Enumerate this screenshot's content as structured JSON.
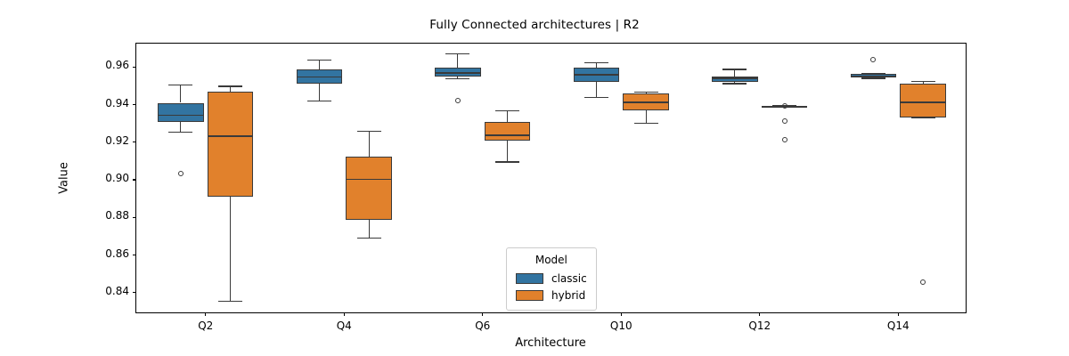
{
  "chart_data": {
    "type": "box",
    "title": "Fully Connected architectures | R2",
    "xlabel": "Architecture",
    "ylabel": "Value",
    "categories": [
      "Q2",
      "Q4",
      "Q6",
      "Q10",
      "Q12",
      "Q14"
    ],
    "ylim": [
      0.8285,
      0.9725
    ],
    "yticks": [
      0.96,
      0.94,
      0.92,
      0.9,
      0.88,
      0.86,
      0.84
    ],
    "ytick_labels": [
      "0.96",
      "0.94",
      "0.92",
      "0.90",
      "0.88",
      "0.86",
      "0.84"
    ],
    "grid": false,
    "legend": {
      "title": "Model",
      "position": "lower-center",
      "entries": [
        {
          "label": "classic",
          "color": "#3274a1"
        },
        {
          "label": "hybrid",
          "color": "#e1812c"
        }
      ]
    },
    "series": [
      {
        "name": "classic",
        "color": "#3274a1",
        "boxes": [
          {
            "category": "Q2",
            "whisker_low": 0.9255,
            "q1": 0.931,
            "median": 0.9345,
            "q3": 0.941,
            "whisker_high": 0.9505,
            "fliers": [
              0.9032
            ]
          },
          {
            "category": "Q4",
            "whisker_low": 0.9418,
            "q1": 0.9512,
            "median": 0.9548,
            "q3": 0.9588,
            "whisker_high": 0.9638,
            "fliers": []
          },
          {
            "category": "Q6",
            "whisker_low": 0.9538,
            "q1": 0.9548,
            "median": 0.9568,
            "q3": 0.9598,
            "whisker_high": 0.967,
            "fliers": [
              0.9422
            ]
          },
          {
            "category": "Q10",
            "whisker_low": 0.9438,
            "q1": 0.9522,
            "median": 0.956,
            "q3": 0.9598,
            "whisker_high": 0.9622,
            "fliers": []
          },
          {
            "category": "Q12",
            "whisker_low": 0.9512,
            "q1": 0.9522,
            "median": 0.954,
            "q3": 0.9552,
            "whisker_high": 0.9588,
            "fliers": []
          },
          {
            "category": "Q14",
            "whisker_low": 0.954,
            "q1": 0.9545,
            "median": 0.9552,
            "q3": 0.9562,
            "whisker_high": 0.9565,
            "fliers": [
              0.9642
            ]
          }
        ]
      },
      {
        "name": "hybrid",
        "color": "#e1812c",
        "boxes": [
          {
            "category": "Q2",
            "whisker_low": 0.8355,
            "q1": 0.8908,
            "median": 0.9232,
            "q3": 0.947,
            "whisker_high": 0.9498,
            "fliers": []
          },
          {
            "category": "Q4",
            "whisker_low": 0.869,
            "q1": 0.8788,
            "median": 0.9002,
            "q3": 0.9122,
            "whisker_high": 0.9258,
            "fliers": []
          },
          {
            "category": "Q6",
            "whisker_low": 0.9095,
            "q1": 0.9208,
            "median": 0.9238,
            "q3": 0.9308,
            "whisker_high": 0.9368,
            "fliers": []
          },
          {
            "category": "Q10",
            "whisker_low": 0.9302,
            "q1": 0.9372,
            "median": 0.9412,
            "q3": 0.9462,
            "whisker_high": 0.9468,
            "fliers": []
          },
          {
            "category": "Q12",
            "whisker_low": 0.9388,
            "q1": 0.939,
            "median": 0.9392,
            "q3": 0.9394,
            "whisker_high": 0.9396,
            "fliers": [
              0.9392,
              0.9315,
              0.9212
            ]
          },
          {
            "category": "Q14",
            "whisker_low": 0.9328,
            "q1": 0.9332,
            "median": 0.9412,
            "q3": 0.9512,
            "whisker_high": 0.9522,
            "fliers": [
              0.8455
            ]
          }
        ]
      }
    ]
  }
}
